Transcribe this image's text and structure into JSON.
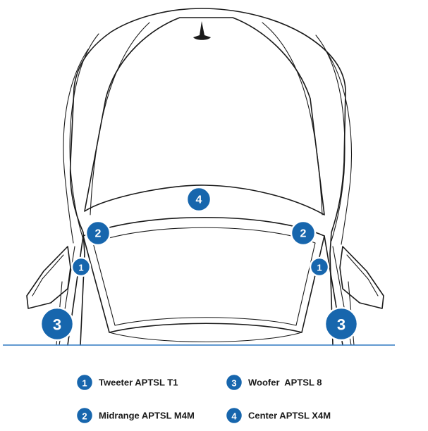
{
  "colors": {
    "accent": "#1766ad",
    "ground_line": "#2f78c2",
    "outline": "#1a1a1a"
  },
  "markers": [
    {
      "id": "m4-center",
      "label": "4"
    },
    {
      "id": "m2-left",
      "label": "2"
    },
    {
      "id": "m2-right",
      "label": "2"
    },
    {
      "id": "m1-left",
      "label": "1"
    },
    {
      "id": "m1-right",
      "label": "1"
    },
    {
      "id": "m3-left",
      "label": "3"
    },
    {
      "id": "m3-right",
      "label": "3"
    }
  ],
  "legend": [
    {
      "number": "1",
      "text": "Tweeter APTSL T1"
    },
    {
      "number": "3",
      "text": "Woofer  APTSL 8"
    },
    {
      "number": "2",
      "text": "Midrange APTSL M4M"
    },
    {
      "number": "4",
      "text": "Center APTSL X4M"
    }
  ]
}
